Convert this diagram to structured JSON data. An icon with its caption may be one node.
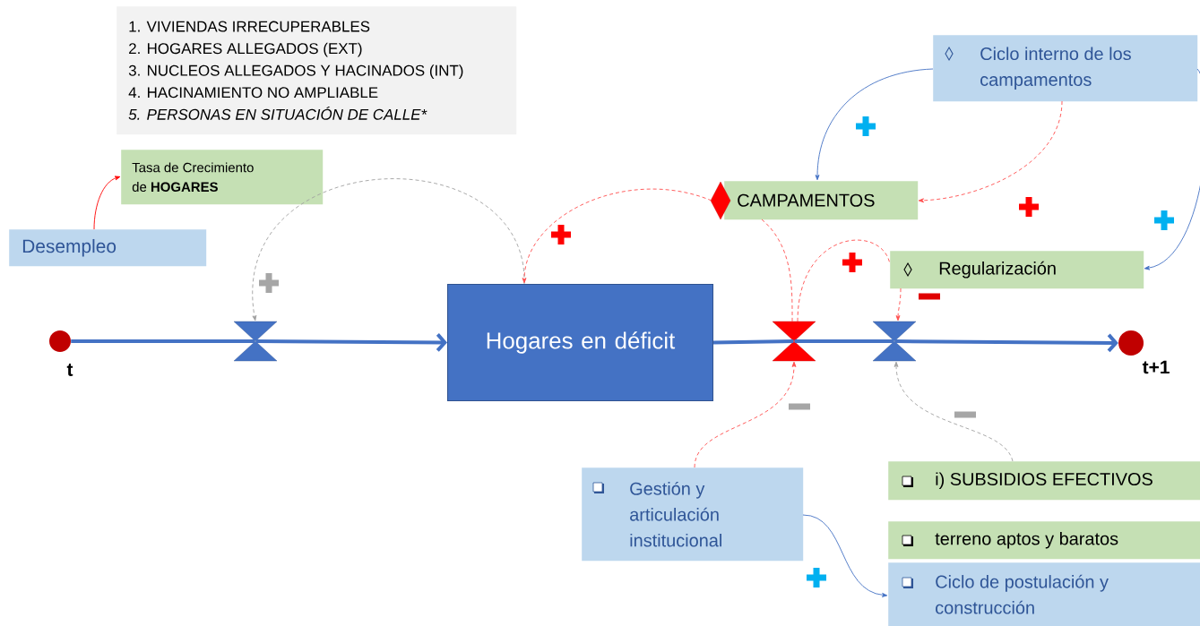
{
  "diagram": {
    "nodes": [
      {
        "text": [
          "1. VIVIENDAS IRRECUPERABLES",
          "2. HOGARES ALLEGADOS (EXT)",
          "3. NUCLEOS ALLEGADOS Y HACINADOS (INT)",
          "4. HACINAMIENTO NO AMPLIABLE",
          "5. PERSONAS EN SITUACIÓN DE CALLE*"
        ]
      },
      {
        "text": [
          "Tasa de Crecimiento de **HOGARES**"
        ]
      },
      {
        "text": [
          "Desempleo"
        ]
      },
      {
        "text": [
          "Ciclo interno de los campamentos"
        ]
      },
      {
        "text": [
          "CAMPAMENTOS"
        ]
      },
      {
        "text": [
          "Regularización"
        ]
      },
      {
        "text": [],
        "shape": "circle",
        "beside": [
          "t"
        ]
      },
      {
        "text": [],
        "shape": "valve"
      },
      {
        "text": [
          "Hogares en déficit"
        ]
      },
      {
        "text": [],
        "shape": "valve"
      },
      {
        "text": [],
        "shape": "valve"
      },
      {
        "text": [],
        "shape": "circle",
        "beside": [
          "t+1"
        ]
      },
      {
        "text": [
          "Gestión y articulación institucional"
        ]
      },
      {
        "text": [
          "i) SUBSIDIOS EFECTIVOS"
        ]
      },
      {
        "text": [
          "terreno aptos y baratos"
        ]
      },
      {
        "text": [
          "Ciclo de postulación y construcción"
        ]
      }
    ],
    "edges": [
      {
        "from": 6,
        "to": 7,
        "arrow": "none",
        "style": "thick",
        "color": "#4472c4"
      },
      {
        "from": 7,
        "to": 8,
        "arrow": "to",
        "style": "thick",
        "color": "#4472c4"
      },
      {
        "from": 8,
        "to": 9,
        "arrow": "none",
        "style": "thick",
        "color": "#4472c4"
      },
      {
        "from": 9,
        "to": 10,
        "arrow": "none",
        "style": "thick",
        "color": "#4472c4"
      },
      {
        "from": 10,
        "to": 11,
        "arrow": "to",
        "style": "thick",
        "color": "#4472c4"
      },
      {
        "from": 2,
        "to": 1,
        "arrow": "to",
        "color": "#ff0000"
      },
      {
        "from": 8,
        "to": 7,
        "arrow": "to",
        "style": "dashed",
        "color": "#a0a0a0"
      },
      {
        "from": 4,
        "to": 8,
        "arrow": "to",
        "style": "dashed",
        "color": "#ff4d4d"
      },
      {
        "from": 3,
        "to": 4,
        "arrow": "to",
        "color": "#4472c4"
      },
      {
        "from": 3,
        "to": 4,
        "arrow": "to",
        "style": "dashed",
        "color": "#ff4d4d"
      },
      {
        "from": 3,
        "to": 5,
        "arrow": "to",
        "color": "#4472c4"
      },
      {
        "from": 4,
        "to": 9,
        "arrow": "none",
        "style": "dashed",
        "color": "#ff4d4d"
      },
      {
        "from": 9,
        "to": 5,
        "arrow": "none",
        "style": "dashed",
        "color": "#ff4d4d"
      },
      {
        "from": 5,
        "to": 10,
        "arrow": "to",
        "style": "dashed",
        "color": "#ff4d4d"
      },
      {
        "from": 12,
        "to": 9,
        "arrow": "to",
        "style": "dashed",
        "color": "#ff4d4d"
      },
      {
        "from": 13,
        "to": 10,
        "arrow": "to",
        "style": "dashed",
        "color": "#a0a0a0"
      },
      {
        "from": 12,
        "to": 15,
        "arrow": "to",
        "color": "#4472c4"
      }
    ]
  }
}
